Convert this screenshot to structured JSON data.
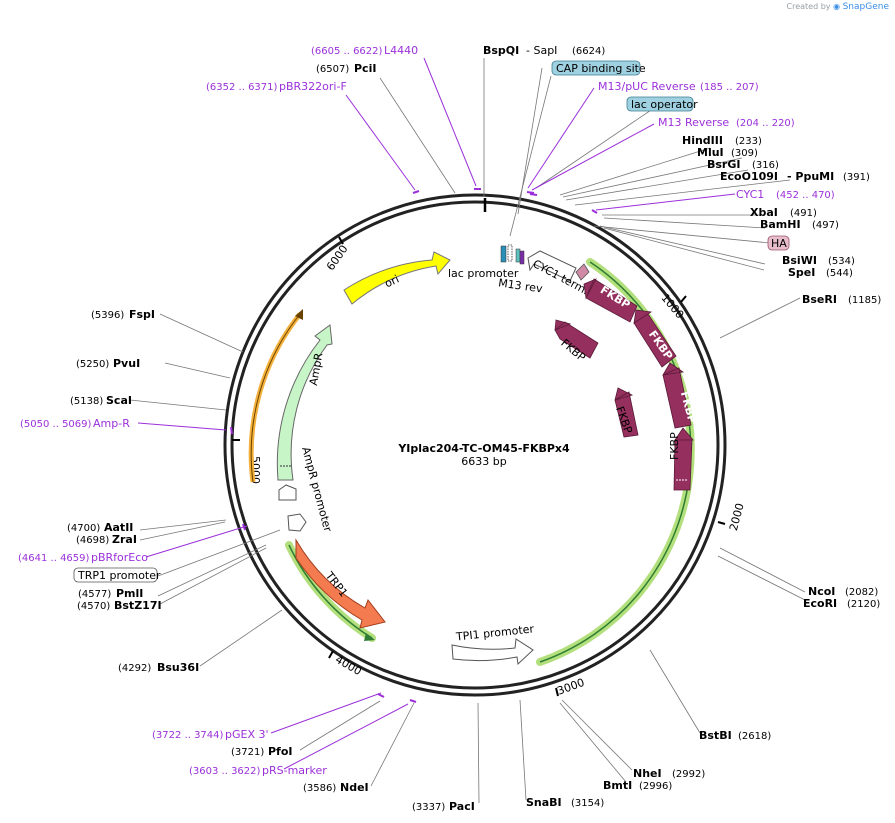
{
  "credit": {
    "prefix": "Created by",
    "brand": "SnapGene"
  },
  "plasmid": {
    "name": "YIplac204-TC-OM45-FKBPx4",
    "size": "6633 bp"
  },
  "ticks": [
    "1000",
    "2000",
    "3000",
    "4000",
    "5000",
    "6000"
  ],
  "sites": {
    "bspqi": {
      "name": "BspQI",
      "sep": "- SapI",
      "pos": "(6624)"
    },
    "pcii": {
      "name": "PciI",
      "pos": "(6507)"
    },
    "hindiii": {
      "name": "HindIII",
      "pos": "(233)"
    },
    "mlui": {
      "name": "MluI",
      "pos": "(309)"
    },
    "bsrgi": {
      "name": "BsrGI",
      "pos": "(316)"
    },
    "eco": {
      "name": "EcoO109I",
      "sep": "- PpuMI",
      "pos": "(391)"
    },
    "xbai": {
      "name": "XbaI",
      "pos": "(491)"
    },
    "bamhi": {
      "name": "BamHI",
      "pos": "(497)"
    },
    "bsiwi": {
      "name": "BsiWI",
      "pos": "(534)"
    },
    "spei": {
      "name": "SpeI",
      "pos": "(544)"
    },
    "bseri": {
      "name": "BseRI",
      "pos": "(1185)"
    },
    "ncoi": {
      "name": "NcoI",
      "pos": "(2082)"
    },
    "ecori": {
      "name": "EcoRI",
      "pos": "(2120)"
    },
    "bstbi": {
      "name": "BstBI",
      "pos": "(2618)"
    },
    "nhei": {
      "name": "NheI",
      "pos": "(2992)"
    },
    "bmti": {
      "name": "BmtI",
      "pos": "(2996)"
    },
    "snabi": {
      "name": "SnaBI",
      "pos": "(3154)"
    },
    "paci": {
      "name": "PacI",
      "pos": "(3337)"
    },
    "ndei": {
      "name": "NdeI",
      "pos": "(3586)"
    },
    "pfoi": {
      "name": "PfoI",
      "pos": "(3721)"
    },
    "bsu36i": {
      "name": "Bsu36I",
      "pos": "(4292)"
    },
    "bstz17i": {
      "name": "BstZ17I",
      "pos": "(4570)"
    },
    "pmli": {
      "name": "PmlI",
      "pos": "(4577)"
    },
    "zrai": {
      "name": "ZraI",
      "pos": "(4698)"
    },
    "aatii": {
      "name": "AatII",
      "pos": "(4700)"
    },
    "scai": {
      "name": "ScaI",
      "pos": "(5138)"
    },
    "pvui": {
      "name": "PvuI",
      "pos": "(5250)"
    },
    "fspi": {
      "name": "FspI",
      "pos": "(5396)"
    }
  },
  "primers": {
    "l4440": {
      "name": "L4440",
      "pos": "(6605 .. 6622)"
    },
    "pbr322": {
      "name": "pBR322ori-F",
      "pos": "(6352 .. 6371)"
    },
    "m13puc": {
      "name": "M13/pUC Reverse",
      "pos": "(185 .. 207)"
    },
    "m13rev": {
      "name": "M13 Reverse",
      "pos": "(204 .. 220)"
    },
    "cyc1": {
      "name": "CYC1",
      "pos": "(452 .. 470)"
    },
    "ampr": {
      "name": "Amp-R",
      "pos": "(5050 .. 5069)"
    },
    "pbrfor": {
      "name": "pBRforEco",
      "pos": "(4641 .. 4659)"
    },
    "pgex": {
      "name": "pGEX 3'",
      "pos": "(3722 .. 3744)"
    },
    "prs": {
      "name": "pRS-marker",
      "pos": "(3603 .. 3622)"
    }
  },
  "boxes": {
    "cap": "CAP binding site",
    "lacop": "lac operator",
    "ha": "HA",
    "trp1p": "TRP1 promoter"
  },
  "features": {
    "ori": "ori",
    "ampr": "AmpR",
    "amprp": "AmpR promoter",
    "trp1": "TRP1",
    "tpi1": "TPI1 promoter",
    "lacp": "lac promoter",
    "m13rev": "M13 rev",
    "cyc1t": "CYC1 terminator",
    "fkbp": "FKBP"
  },
  "colors": {
    "backbone": "#222222",
    "primer": "#9b30d9",
    "ori": "#ffff00",
    "ampr": "#c8f5c8",
    "trp1": "#f47a50",
    "fkbp": "#952f5e",
    "highlight": "#b3e07d",
    "orange_arc": "#f3b03a",
    "cap_box": "#9fd1e1",
    "ha_box": "#e7bccb"
  }
}
